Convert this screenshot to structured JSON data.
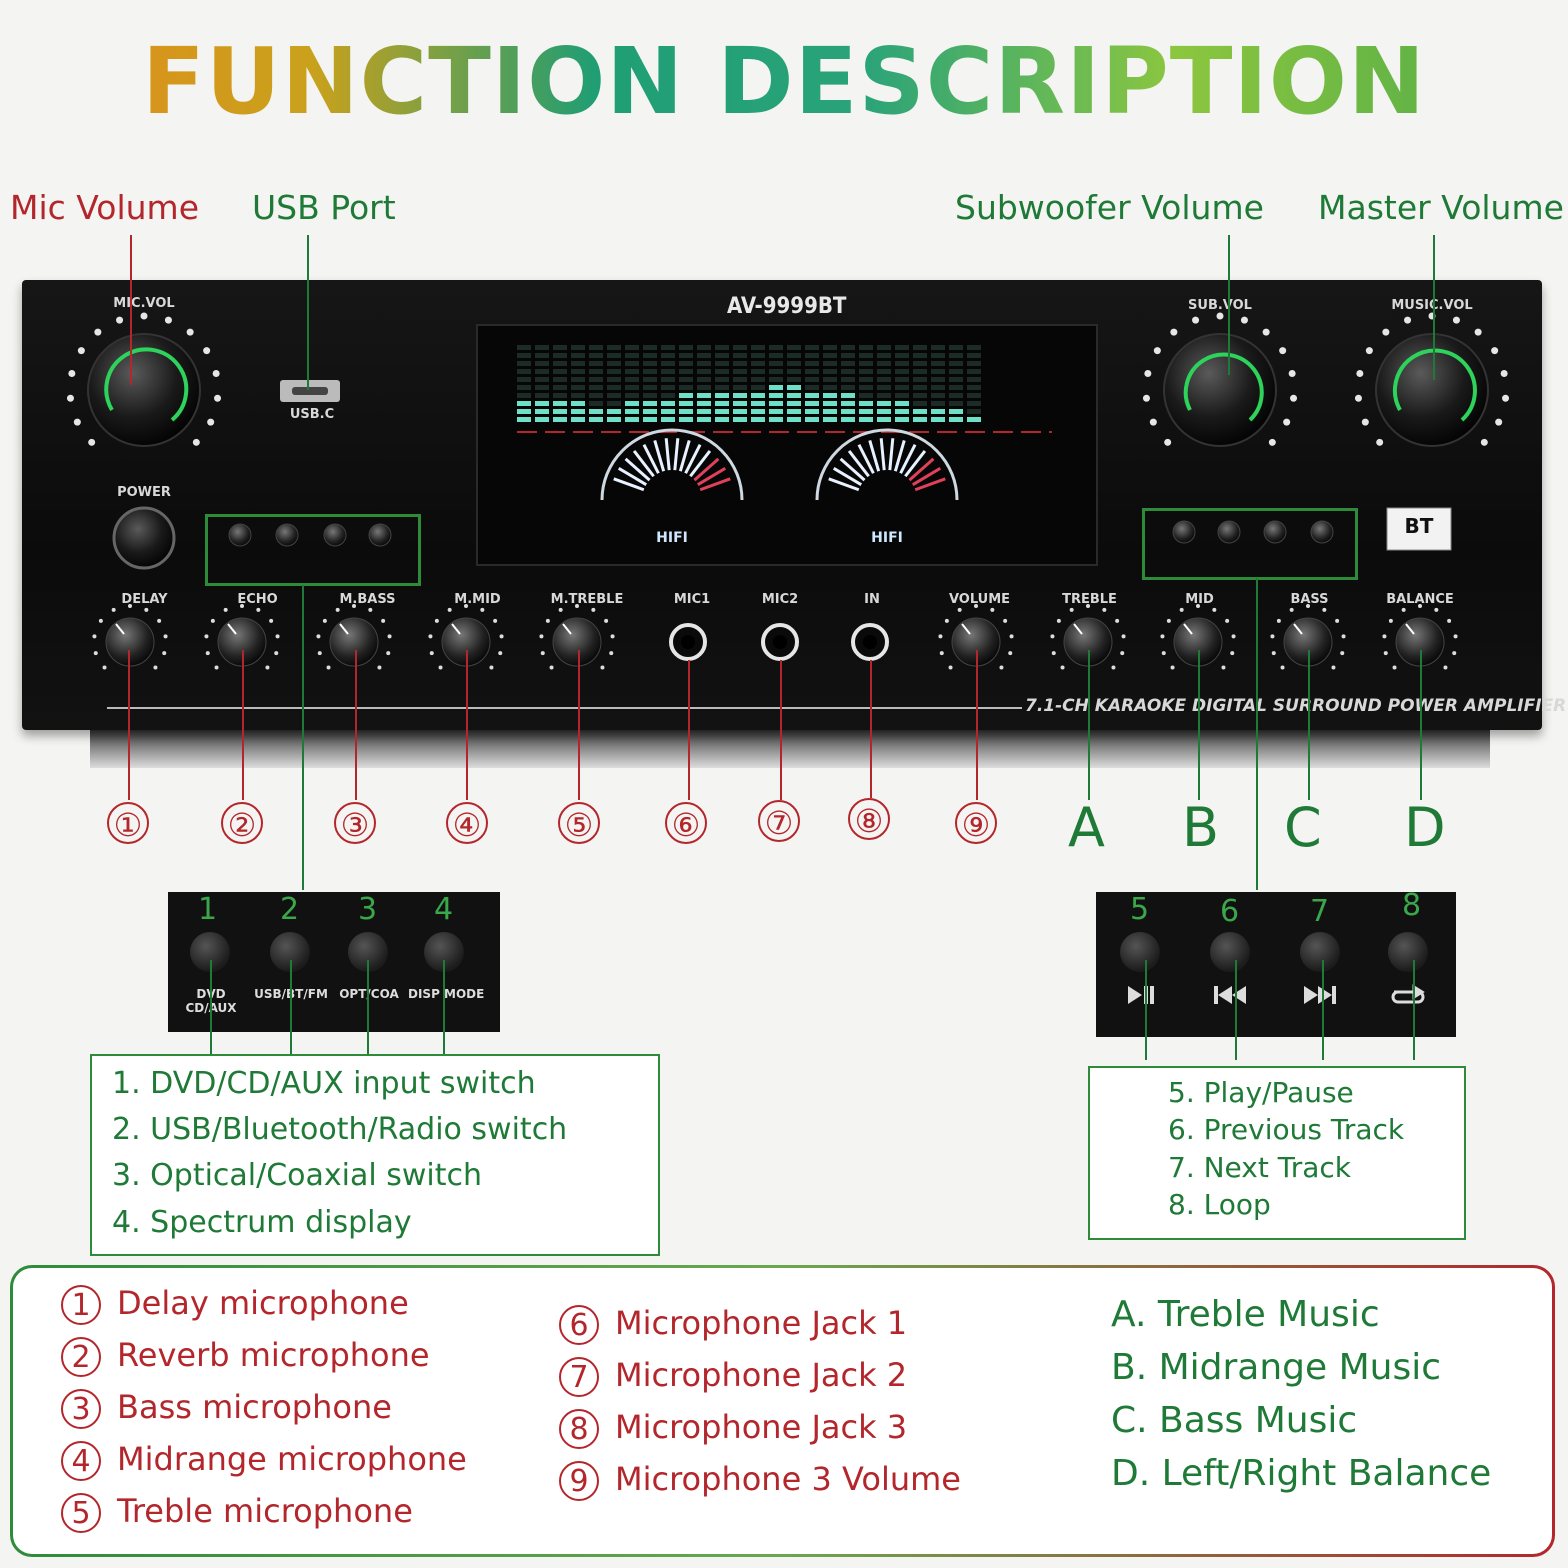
{
  "title": "FUNCTION DESCRIPTION",
  "top_labels": {
    "mic_volume": "Mic Volume",
    "usb_port": "USB Port",
    "subwoofer_volume": "Subwoofer Volume",
    "master_volume": "Master Volume"
  },
  "amplifier": {
    "model": "AV-9999BT",
    "slogan": "7.1-CH KARAOKE DIGITAL SURROUND POWER AMPLIFIER",
    "knob_labels": {
      "mic_vol": "MIC.VOL",
      "sub_vol": "SUB.VOL",
      "music_vol": "MUSIC.VOL",
      "power": "POWER",
      "usb": "USB.C",
      "bt": "BT"
    },
    "display_labels": {
      "hifi_left": "HIFI",
      "hifi_right": "HIFI"
    },
    "front_controls": [
      "DELAY",
      "ECHO",
      "M.BASS",
      "M.MID",
      "M.TREBLE",
      "MIC1",
      "MIC2",
      "IN",
      "VOLUME",
      "TREBLE",
      "MID",
      "BASS",
      "BALANCE"
    ]
  },
  "callouts": {
    "numbers": [
      "①",
      "②",
      "③",
      "④",
      "⑤",
      "⑥",
      "⑦",
      "⑧",
      "⑨"
    ],
    "letters": [
      "A",
      "B",
      "C",
      "D"
    ]
  },
  "left_panel": {
    "numbers": [
      "1",
      "2",
      "3",
      "4"
    ],
    "buttons": [
      "DVD CD/AUX",
      "USB/BT/FM",
      "OPT/COA",
      "DISP MODE"
    ]
  },
  "right_panel": {
    "numbers": [
      "5",
      "6",
      "7",
      "8"
    ],
    "icons": [
      "play-pause-icon",
      "previous-track-icon",
      "next-track-icon",
      "loop-icon"
    ]
  },
  "left_desc": [
    "1. DVD/CD/AUX input switch",
    "2. USB/Bluetooth/Radio switch",
    "3. Optical/Coaxial switch",
    "4. Spectrum display"
  ],
  "right_desc": [
    "5. Play/Pause",
    "6. Previous Track",
    "7. Next Track",
    "8. Loop"
  ],
  "legend": {
    "col1": [
      {
        "num": "1",
        "text": "Delay microphone"
      },
      {
        "num": "2",
        "text": "Reverb microphone"
      },
      {
        "num": "3",
        "text": "Bass microphone"
      },
      {
        "num": "4",
        "text": "Midrange microphone"
      },
      {
        "num": "5",
        "text": "Treble microphone"
      }
    ],
    "col2": [
      {
        "num": "6",
        "text": "Microphone Jack 1"
      },
      {
        "num": "7",
        "text": "Microphone Jack 2"
      },
      {
        "num": "8",
        "text": "Microphone Jack 3"
      },
      {
        "num": "9",
        "text": "Microphone 3 Volume"
      }
    ],
    "col3": [
      "A. Treble Music",
      "B. Midrange Music",
      "C. Bass Music",
      "D. Left/Right Balance"
    ]
  },
  "colors": {
    "red": "#b3272c",
    "green": "#1e7a36"
  }
}
